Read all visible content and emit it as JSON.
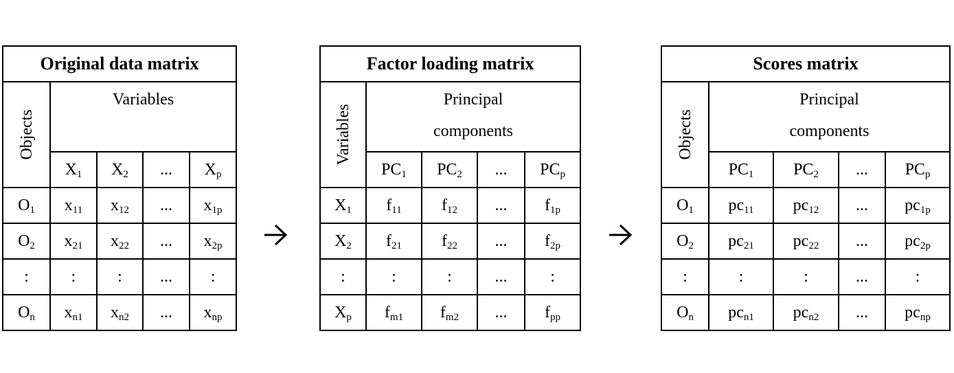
{
  "matrices": [
    {
      "title": "Original data matrix",
      "row_axis": "Objects",
      "col_group": "Variables",
      "columns": [
        [
          "X",
          "1"
        ],
        [
          "X",
          "2"
        ],
        [
          "...",
          ""
        ],
        [
          "X",
          "p"
        ]
      ],
      "rows": [
        {
          "label": [
            "O",
            "1"
          ],
          "cells": [
            [
              "x",
              "11"
            ],
            [
              "x",
              "12"
            ],
            [
              "...",
              ""
            ],
            [
              "x",
              "1p"
            ]
          ]
        },
        {
          "label": [
            "O",
            "2"
          ],
          "cells": [
            [
              "x",
              "21"
            ],
            [
              "x",
              "22"
            ],
            [
              "...",
              ""
            ],
            [
              "x",
              "2p"
            ]
          ]
        },
        {
          "label": [
            ":",
            ""
          ],
          "cells": [
            [
              ":",
              ""
            ],
            [
              ":",
              ""
            ],
            [
              "...",
              ""
            ],
            [
              ":",
              ""
            ]
          ]
        },
        {
          "label": [
            "O",
            "n"
          ],
          "cells": [
            [
              "x",
              "n1"
            ],
            [
              "x",
              "n2"
            ],
            [
              "...",
              ""
            ],
            [
              "x",
              "np"
            ]
          ]
        }
      ]
    },
    {
      "title": "Factor loading matrix",
      "row_axis": "Variables",
      "col_group": "Principal components",
      "columns": [
        [
          "PC",
          "1"
        ],
        [
          "PC",
          "2"
        ],
        [
          "...",
          ""
        ],
        [
          "PC",
          "p"
        ]
      ],
      "rows": [
        {
          "label": [
            "X",
            "1"
          ],
          "cells": [
            [
              "f",
              "11"
            ],
            [
              "f",
              "12"
            ],
            [
              "...",
              ""
            ],
            [
              "f",
              "1p"
            ]
          ]
        },
        {
          "label": [
            "X",
            "2"
          ],
          "cells": [
            [
              "f",
              "21"
            ],
            [
              "f",
              "22"
            ],
            [
              "...",
              ""
            ],
            [
              "f",
              "2p"
            ]
          ]
        },
        {
          "label": [
            ":",
            ""
          ],
          "cells": [
            [
              ":",
              ""
            ],
            [
              ":",
              ""
            ],
            [
              "...",
              ""
            ],
            [
              ":",
              ""
            ]
          ]
        },
        {
          "label": [
            "X",
            "p"
          ],
          "cells": [
            [
              "f",
              "m1"
            ],
            [
              "f",
              "m2"
            ],
            [
              "...",
              ""
            ],
            [
              "f",
              "pp"
            ]
          ]
        }
      ]
    },
    {
      "title": "Scores matrix",
      "row_axis": "Objects",
      "col_group": "Principal components",
      "columns": [
        [
          "PC",
          "1"
        ],
        [
          "PC",
          "2"
        ],
        [
          "...",
          ""
        ],
        [
          "PC",
          "p"
        ]
      ],
      "rows": [
        {
          "label": [
            "O",
            "1"
          ],
          "cells": [
            [
              "pc",
              "11"
            ],
            [
              "pc",
              "12"
            ],
            [
              "...",
              ""
            ],
            [
              "pc",
              "1p"
            ]
          ]
        },
        {
          "label": [
            "O",
            "2"
          ],
          "cells": [
            [
              "pc",
              "21"
            ],
            [
              "pc",
              "22"
            ],
            [
              "...",
              ""
            ],
            [
              "pc",
              "2p"
            ]
          ]
        },
        {
          "label": [
            ":",
            ""
          ],
          "cells": [
            [
              ":",
              ""
            ],
            [
              ":",
              ""
            ],
            [
              "...",
              ""
            ],
            [
              ":",
              ""
            ]
          ]
        },
        {
          "label": [
            "O",
            "n"
          ],
          "cells": [
            [
              "pc",
              "n1"
            ],
            [
              "pc",
              "n2"
            ],
            [
              "...",
              ""
            ],
            [
              "pc",
              "np"
            ]
          ]
        }
      ]
    }
  ],
  "arrows": [
    "right-arrow-icon",
    "right-arrow-icon"
  ]
}
